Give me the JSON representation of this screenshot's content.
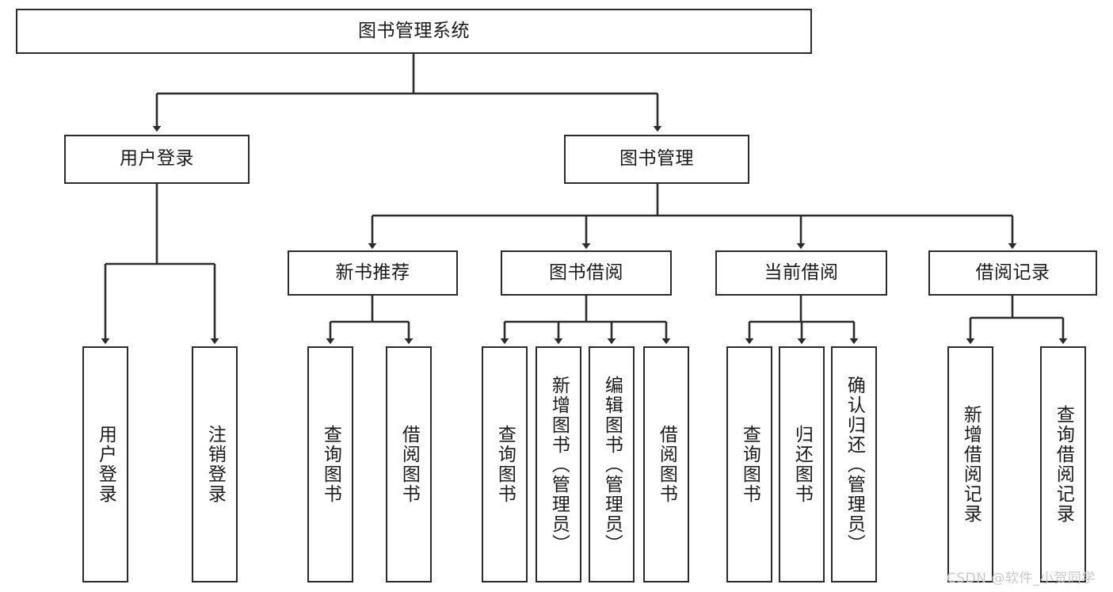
{
  "diagram": {
    "type": "tree-hierarchy-chart",
    "title": "图书管理系统",
    "stroke_color": "#2b2b2b",
    "background_color": "#ffffff",
    "text_color": "#1a1a1a",
    "root": {
      "label": "图书管理系统"
    },
    "level2": [
      {
        "label": "用户登录"
      },
      {
        "label": "图书管理"
      }
    ],
    "level3": [
      {
        "label": "新书推荐"
      },
      {
        "label": "图书借阅"
      },
      {
        "label": "当前借阅"
      },
      {
        "label": "借阅记录"
      }
    ],
    "leaves": {
      "user_login": [
        {
          "label": "用户登录"
        },
        {
          "label": "注销登录"
        }
      ],
      "new_book_recommend": [
        {
          "label": "查询图书"
        },
        {
          "label": "借阅图书"
        }
      ],
      "book_borrow": [
        {
          "label": "查询图书"
        },
        {
          "label": "新增图书（管理员）"
        },
        {
          "label": "编辑图书（管理员）"
        },
        {
          "label": "借阅图书"
        }
      ],
      "current_borrow": [
        {
          "label": "查询图书"
        },
        {
          "label": "归还图书"
        },
        {
          "label": "确认归还（管理员）"
        }
      ],
      "borrow_record": [
        {
          "label": "新增借阅记录"
        },
        {
          "label": "查询借阅记录"
        }
      ]
    }
  },
  "watermark": {
    "text": "CSDN @软件_小贺同学"
  }
}
